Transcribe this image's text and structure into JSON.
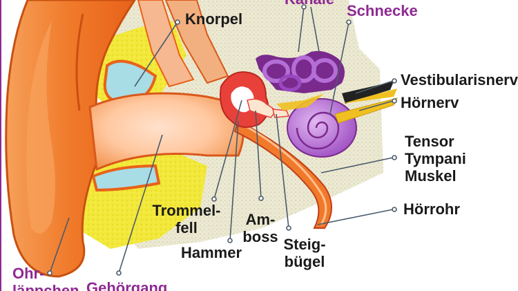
{
  "labels": {
    "kanale": "Kanäle",
    "schnecke": "Schnecke",
    "knorpel": "Knorpel",
    "vestibularisnerv": "Vestibularisnerv",
    "hoernerv": "Hörnerv",
    "tensor_line1": "Tensor",
    "tensor_line2": "Tympani",
    "tensor_line3": "Muskel",
    "hoerrohr": "Hörrohr",
    "trommelfell_line1": "Trommel-",
    "trommelfell_line2": "fell",
    "amboss_line1": "Am-",
    "amboss_line2": "boss",
    "hammer": "Hammer",
    "steigbuegel_line1": "Steig-",
    "steigbuegel_line2": "bügel",
    "ohrlaeppchen_line1": "Ohr-",
    "ohrlaeppchen_line2": "läppchen",
    "gehoergang": "Gehörgang"
  },
  "colors": {
    "frame": "#8e2a92",
    "skin": "#f07a2a",
    "skin_light": "#f7a463",
    "canal_inner": "#ffc8a0",
    "bone": "#ece9d2",
    "cartilage": "#a8dde6",
    "fat": "#f2e83a",
    "cochlea": "#b46ed6",
    "canals": "#7a2a8c",
    "nerve": "#f0c020",
    "tube": "#d04a20",
    "ossicle": "#e8413a",
    "leader": "#4a5a6a",
    "text": "#1a1a1a",
    "accent_text": "#8e2a92"
  }
}
